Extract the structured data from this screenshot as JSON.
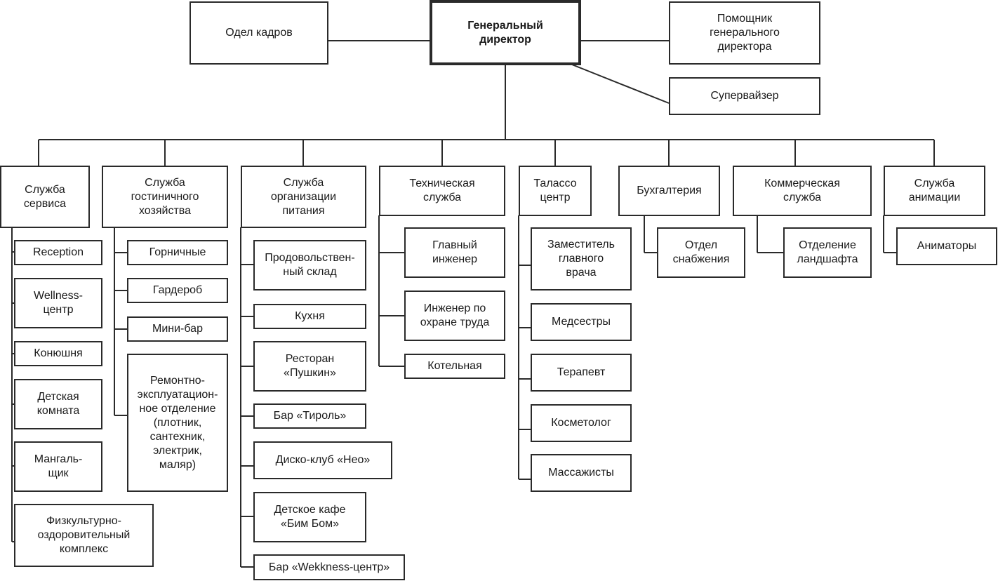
{
  "top": {
    "director": "Генеральный\nдиректор",
    "hr": "Одел кадров",
    "assistant": "Помощник\nгенерального\nдиректора",
    "supervisor": "Супервайзер"
  },
  "departments": [
    {
      "name": "Служба\nсервиса",
      "units": [
        "Reception",
        "Wellness-\nцентр",
        "Конюшня",
        "Детская\nкомната",
        "Мангаль-\nщик",
        "Физкультурно-\nоздоровительный\nкомплекс"
      ]
    },
    {
      "name": "Служба\nгостиничного\nхозяйства",
      "units": [
        "Горничные",
        "Гардероб",
        "Мини-бар",
        "Ремонтно-\nэксплуатацион-\nное отделение\n(плотник,\nсантехник,\nэлектрик,\nмаляр)"
      ]
    },
    {
      "name": "Служба\nорганизации\nпитания",
      "units": [
        "Продовольствен-\nный склад",
        "Кухня",
        "Ресторан\n«Пушкин»",
        "Бар «Тироль»",
        "Диско-клуб «Нео»",
        "Детское кафе\n«Бим Бом»",
        "Бар «Wekkness-центр»"
      ]
    },
    {
      "name": "Техническая\nслужба",
      "units": [
        "Главный\nинженер",
        "Инженер по\nохране труда",
        "Котельная"
      ]
    },
    {
      "name": "Талассо\nцентр",
      "units": [
        "Заместитель\nглавного\nврача",
        "Медсестры",
        "Терапевт",
        "Косметолог",
        "Массажисты"
      ]
    },
    {
      "name": "Бухгалтерия",
      "units": [
        "Отдел\nснабжения"
      ]
    },
    {
      "name": "Коммерческая\nслужба",
      "units": [
        "Отделение\nландшафта"
      ]
    },
    {
      "name": "Служба\nанимации",
      "units": [
        "Аниматоры"
      ]
    }
  ]
}
